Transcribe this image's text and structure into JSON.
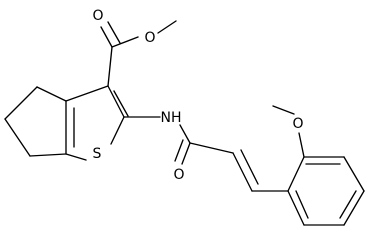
{
  "atoms": {
    "ester_carbonyl_o": "O",
    "ester_alkoxy_o": "O",
    "amide_nh": "NH",
    "thiophene_s": "S",
    "amide_carbonyl_o": "O",
    "methoxy_o": "O"
  },
  "colors": {
    "bond": "#000000",
    "label": "#000000",
    "background": "#ffffff"
  }
}
